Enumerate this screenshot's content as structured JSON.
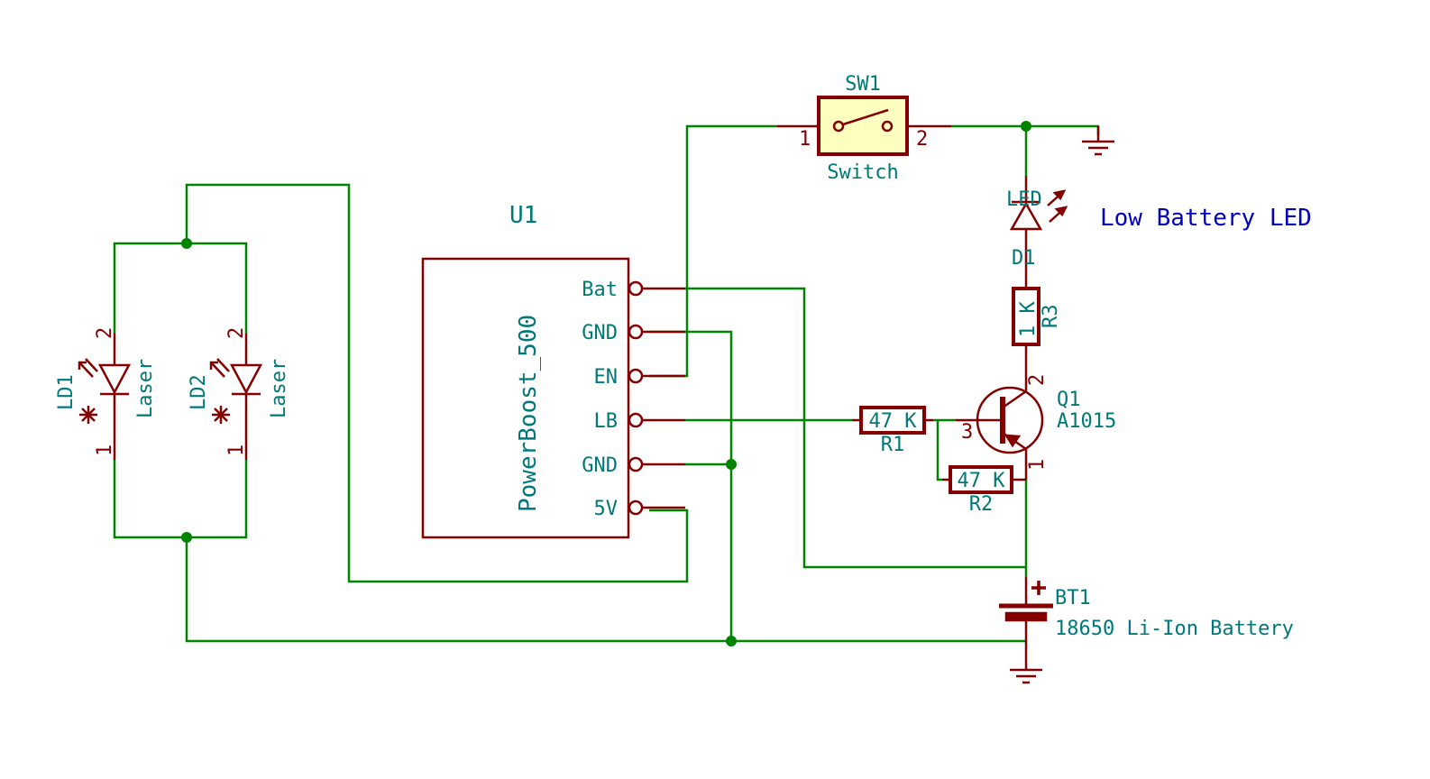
{
  "u1": {
    "ref": "U1",
    "value": "PowerBoost_500",
    "pins": [
      "Bat",
      "GND",
      "EN",
      "LB",
      "GND",
      "5V"
    ]
  },
  "sw1": {
    "ref": "SW1",
    "value": "Switch",
    "pin1": "1",
    "pin2": "2"
  },
  "d1": {
    "ref": "D1",
    "value": "LED"
  },
  "r3": {
    "ref": "R3",
    "value": "1 K"
  },
  "r1": {
    "ref": "R1",
    "value": "47 K"
  },
  "r2": {
    "ref": "R2",
    "value": "47 K"
  },
  "q1": {
    "ref": "Q1",
    "value": "A1015",
    "pin_b": "3",
    "pin_c": "2",
    "pin_e": "1"
  },
  "bt1": {
    "ref": "BT1",
    "value": "18650 Li-Ion Battery"
  },
  "ld1": {
    "ref": "LD1",
    "value": "Laser",
    "pin_a": "2",
    "pin_k": "1"
  },
  "ld2": {
    "ref": "LD2",
    "value": "Laser",
    "pin_a": "2",
    "pin_k": "1"
  },
  "note": "Low Battery LED",
  "colors": {
    "wire": "#008400",
    "component": "#840000",
    "label": "#007878",
    "note": "#0000c0",
    "switch_fill": "#ffffc0"
  }
}
